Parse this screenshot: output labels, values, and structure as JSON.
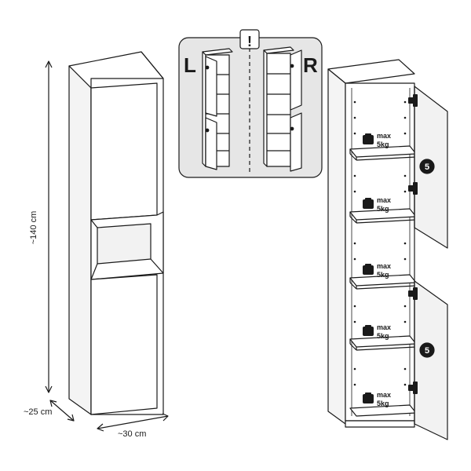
{
  "dimensions": {
    "height": "~140 cm",
    "depth": "~25 cm",
    "width": "~30 cm"
  },
  "orientation": {
    "warning": "!",
    "left": "L",
    "right": "R"
  },
  "load": {
    "max_label": "max",
    "weight": "5kg"
  },
  "hinge_count": "5",
  "colors": {
    "line": "#1a1a1a",
    "panel_gray": "#e6e6e6",
    "door_gray": "#f2f2f2"
  }
}
